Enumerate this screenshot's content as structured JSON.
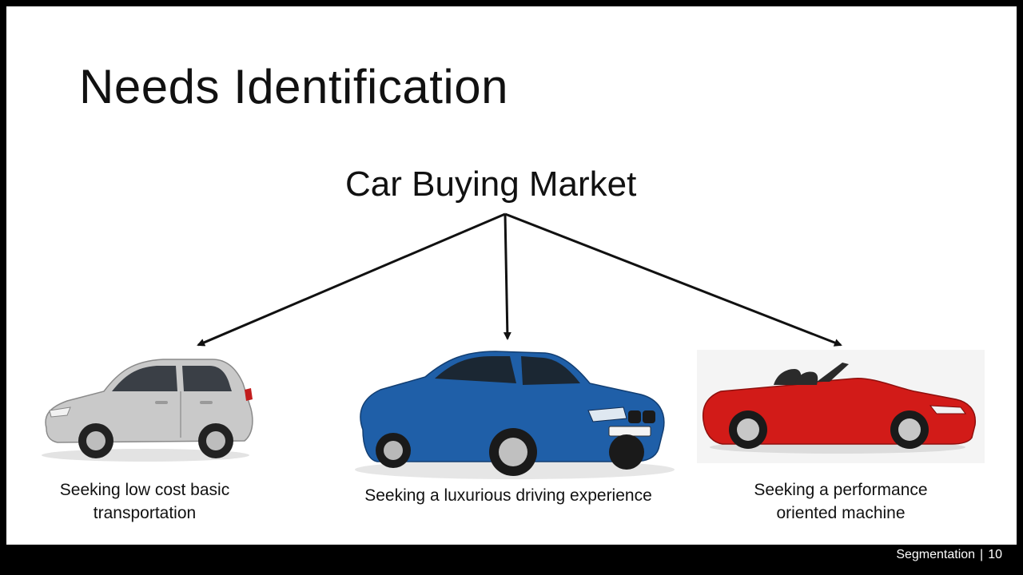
{
  "slide": {
    "title": "Needs Identification",
    "market_label": "Car Buying Market",
    "segments": [
      {
        "caption_line1": "Seeking low cost basic",
        "caption_line2": "transportation",
        "car_icon": "silver-compact-electric-car-image",
        "car_color": "#c9c9c9"
      },
      {
        "caption": "Seeking a luxurious driving experience",
        "car_icon": "blue-luxury-sedan-image",
        "car_color": "#1f5fa8"
      },
      {
        "caption_line1": "Seeking a performance",
        "caption_line2": "oriented machine",
        "car_icon": "red-sports-convertible-image",
        "car_color": "#d21b18"
      }
    ]
  },
  "footer": {
    "section": "Segmentation",
    "separator": "|",
    "page_number": "10"
  },
  "colors": {
    "frame": "#000000",
    "slide_background": "#ffffff",
    "text": "#111111"
  }
}
